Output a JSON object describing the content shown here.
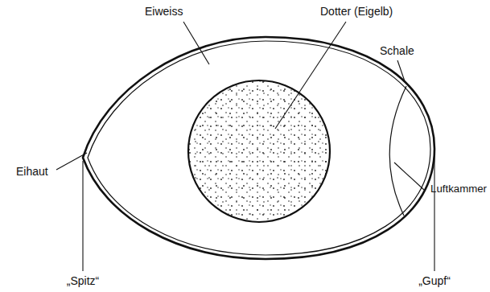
{
  "diagram": {
    "labels": [
      "Eiweiss",
      "Dotter (Eigelb)",
      "Schale",
      "Eihaut",
      "Luftkammer",
      "„Spitz“",
      "„Gupf“"
    ]
  }
}
